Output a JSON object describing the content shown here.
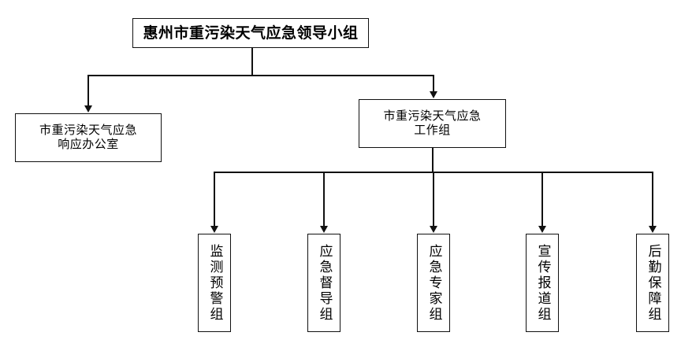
{
  "diagram": {
    "title_node": {
      "id": "root",
      "label": "惠州市重污染天气应急领导小组"
    },
    "level2": [
      {
        "id": "office",
        "label": "市重污染天气应急\n响应办公室"
      },
      {
        "id": "workgroup",
        "label": "市重污染天气应急\n工作组"
      }
    ],
    "level3": [
      {
        "id": "v0",
        "label": "监测预警组"
      },
      {
        "id": "v1",
        "label": "应急督导组"
      },
      {
        "id": "v2",
        "label": "应急专家组"
      },
      {
        "id": "v3",
        "label": "宣传报道组"
      },
      {
        "id": "v4",
        "label": "后勤保障组"
      }
    ],
    "colors": {
      "background": "#ffffff",
      "stroke": "#111111",
      "text": "#000000"
    }
  }
}
